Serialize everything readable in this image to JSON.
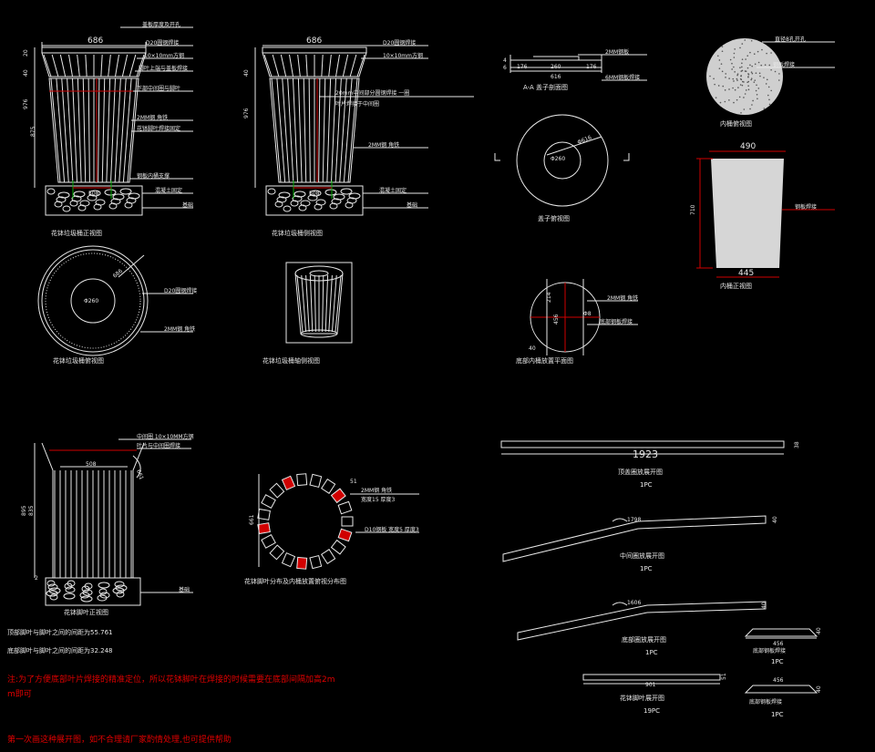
{
  "views": {
    "front_title": "花钵垃圾桶正视图",
    "side_title": "花钵垃圾桶侧视图",
    "top_title": "花钵垃圾桶俯视图",
    "iso_title": "花钵垃圾桶轴侧视图",
    "lid_section_title": "A-A 盖子剖面图",
    "lid_top_title": "盖子俯视图",
    "inner_top_title": "内桶俯视图",
    "inner_front_title": "内桶正视图",
    "base_plan_title": "底部内桶放置平面图",
    "leaf_front_title": "花钵脚叶正视图",
    "leaf_layout_title": "花钵脚叶分布及内桶放置俯视分布图",
    "top_ring_title": "顶盖圈放展开图",
    "mid_ring_title": "中间圈放展开图",
    "bottom_ring_title": "底部圈放展开图",
    "strip_title": "花钵脚叶展开图"
  },
  "dims": {
    "d686a": "686",
    "d686b": "686",
    "d20": "20",
    "d40": "40",
    "d40b": "40",
    "d976": "976",
    "d875": "875",
    "d976b": "976",
    "d508a": "508",
    "d508b": "508",
    "d616": "616",
    "d176a": "176",
    "d260": "260",
    "d176b": "176",
    "d4": "4",
    "d6": "6",
    "phi616": "Φ616",
    "phi260": "Φ260",
    "d490": "490",
    "d710": "710",
    "d445": "445",
    "phi260b": "Φ260",
    "d214": "214",
    "d456": "456",
    "d40c": "40",
    "phi8": "Φ8",
    "d895": "895",
    "d835": "835",
    "d2": "2",
    "d661": "661",
    "d51": "51",
    "d1923": "1923",
    "d38": "38",
    "d1798": "1798",
    "d40d": "40",
    "d1606": "1606",
    "d40e": "40",
    "d456b": "456",
    "d40f": "40",
    "d901": "901",
    "d51b": "51",
    "d456c": "456",
    "d40g": "40"
  },
  "labels": {
    "front": [
      "盖板厚度及开孔",
      "D20圆钢焊接",
      "10×10mm方钢",
      "脚叶上端与盖板焊接",
      "下部中间圈与脚叶",
      "2MM钢 角铁",
      "花钵脚叶焊接固定",
      "钢板内桶支撑",
      "混凝土固定",
      "基础"
    ],
    "side": [
      "D20圆钢焊接",
      "10×10mm方钢",
      "20mm中间部分圆钢焊接 一圈",
      "叶片焊接于中间圈",
      "2MM钢 角铁",
      "混凝土固定",
      "基础"
    ],
    "top": [
      "D20圆钢焊接",
      "2MM钢 角铁"
    ],
    "lid": [
      "2MM钢板",
      "6MM钢板焊接"
    ],
    "inner_top": [
      "直径8孔开孔",
      "钢板焊接"
    ],
    "inner_front": [
      "钢板焊接"
    ],
    "base": [
      "2MM钢 角铁",
      "底部钢板焊接"
    ],
    "leaf": [
      "中间圈 10×10MM方钢",
      "叶片与中间圈焊接"
    ],
    "layout": [
      "2MM钢 角铁",
      "宽度15 厚度3",
      "D10钢板 宽度5 厚度3"
    ]
  },
  "counts": {
    "pc1": "1PC",
    "pc2": "1PC",
    "pc3": "1PC",
    "pc4": "1PC",
    "pc5": "19PC",
    "pc6": "1PC"
  },
  "notes": {
    "spacing_top": "顶部脚叶与脚叶之间的间距为55.761",
    "spacing_bottom": "底部脚叶与脚叶之间的间距为32.248",
    "warning_a": "注:为了方便底部叶片焊接的精准定位，所以花钵脚叶在焊接的时候需要在底部间隔加高2m",
    "warning_b": "m即可",
    "footer": "第一次画这种展开图，如不合理请厂家酌情处理,也可提供帮助"
  },
  "colors": {
    "line": "#e8e8e8",
    "accent": "#d00000",
    "green": "#00b000",
    "bg": "#000000"
  }
}
